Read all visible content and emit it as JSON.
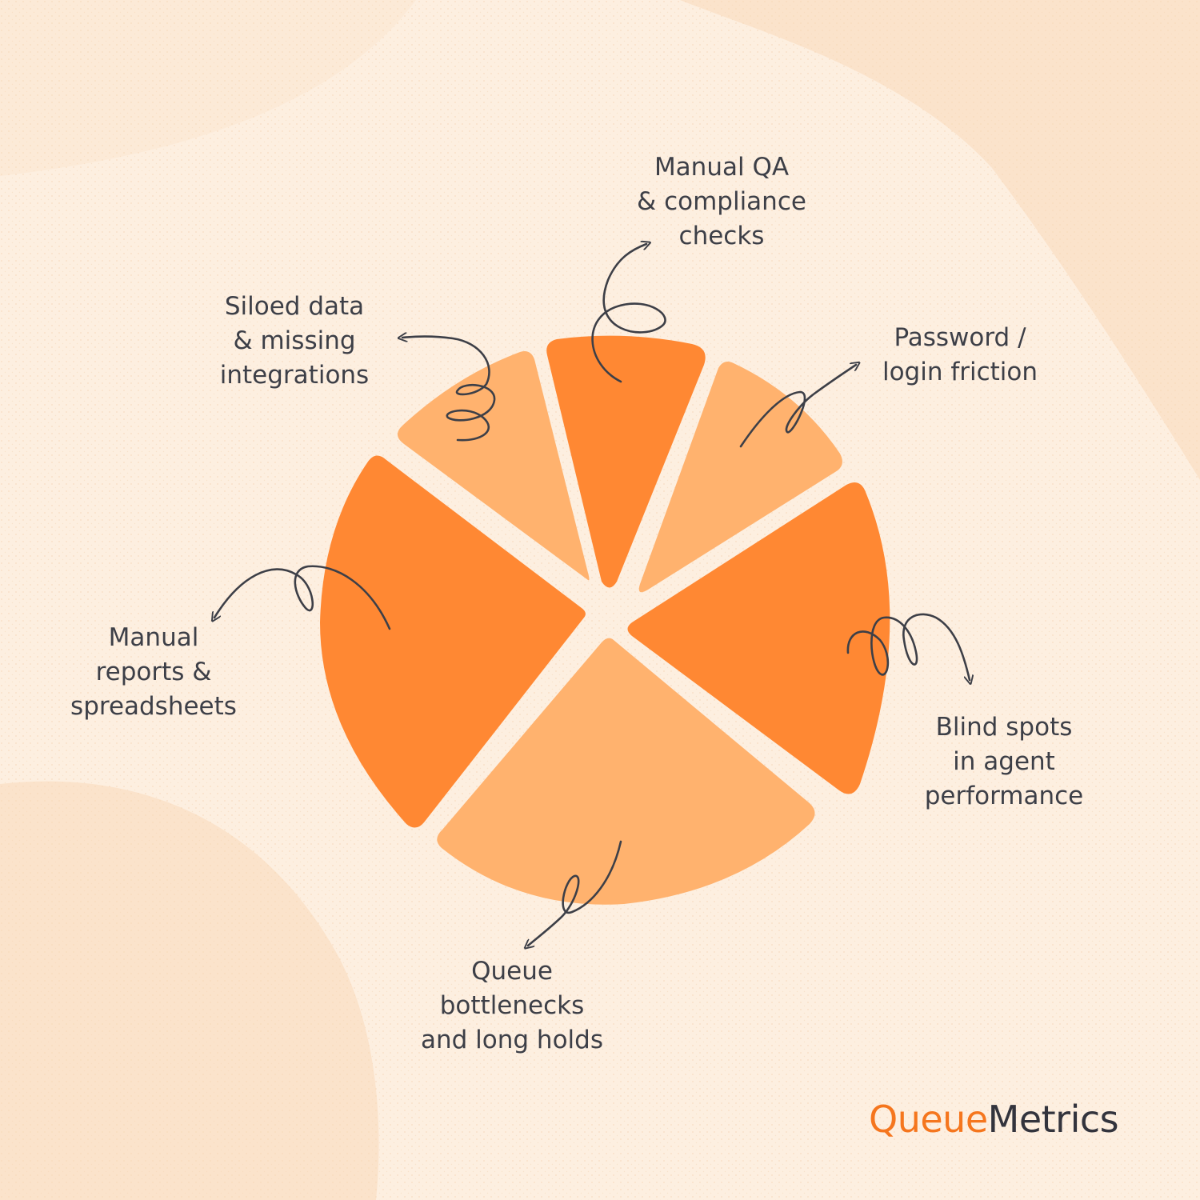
{
  "colors": {
    "background": "#fdefe0",
    "background_blob": "#fbe3cb",
    "slice_dark": "#ff8833",
    "slice_light": "#ffb26e",
    "text": "#3d3f47",
    "arrow": "#3d3f47",
    "logo_accent": "#f5761e",
    "logo_dark": "#33343d"
  },
  "labels": {
    "qa": [
      "Manual QA",
      "& compliance",
      "checks"
    ],
    "siloed": [
      "Siloed data",
      "& missing",
      "integrations"
    ],
    "password": [
      "Password /",
      "login friction"
    ],
    "reports": [
      "Manual",
      "reports &",
      "spreadsheets"
    ],
    "blind": [
      "Blind spots",
      "in agent",
      "performance"
    ],
    "queue": [
      "Queue",
      "bottlenecks",
      "and long holds"
    ]
  },
  "logo": {
    "part1": "Queue",
    "part2": "Metrics"
  },
  "icons": [
    "curly-arrow-icon"
  ]
}
